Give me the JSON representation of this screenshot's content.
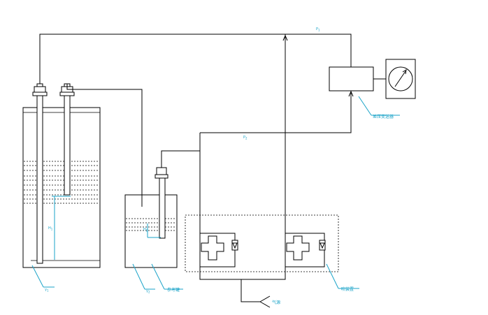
{
  "labels": {
    "p1": "P",
    "p1_sub": "1",
    "p2": "P",
    "p2_sub": "2",
    "transmitter": "差压变送器",
    "h1": "H",
    "h1_sub": "1",
    "h2": "H",
    "h2_sub": "2",
    "tank1": "γ",
    "tank1_sub": "1",
    "tank2": "γ",
    "tank2_sub": "2",
    "reference": "参考罐",
    "blowing_device": "吹装置",
    "air_source": "气源"
  }
}
